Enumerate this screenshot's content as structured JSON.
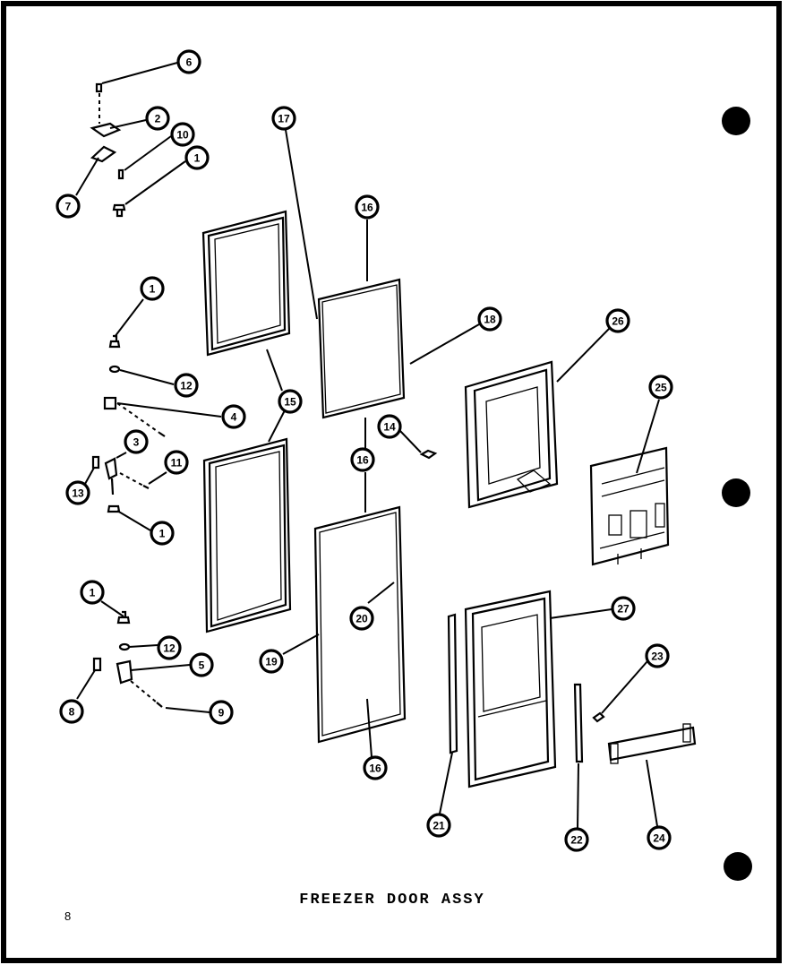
{
  "title": "FREEZER DOOR ASSY",
  "page_number": "8",
  "callouts": [
    "6",
    "2",
    "10",
    "1",
    "7",
    "17",
    "16",
    "18",
    "26",
    "1",
    "12",
    "4",
    "15",
    "14",
    "16",
    "25",
    "3",
    "11",
    "13",
    "1",
    "1",
    "20",
    "27",
    "12",
    "19",
    "5",
    "23",
    "8",
    "9",
    "16",
    "21",
    "22",
    "24"
  ],
  "colors": {
    "ink": "#000000",
    "paper": "#ffffff"
  }
}
